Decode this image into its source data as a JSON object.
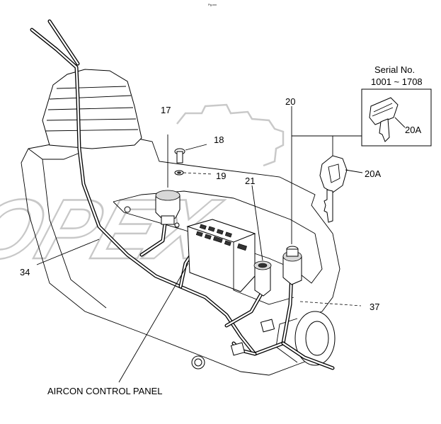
{
  "header_mark": "Pg.xxx",
  "serial_box": {
    "title": "Serial No.",
    "range": "1001 ~ 1708",
    "part_label": "20A"
  },
  "callouts": {
    "c17": "17",
    "c18": "18",
    "c19": "19",
    "c20": "20",
    "c20a": "20A",
    "c21": "21",
    "c34": "34",
    "c37": "37",
    "aircon": "AIRCON CONTROL PANEL"
  },
  "watermark": "OPEX"
}
